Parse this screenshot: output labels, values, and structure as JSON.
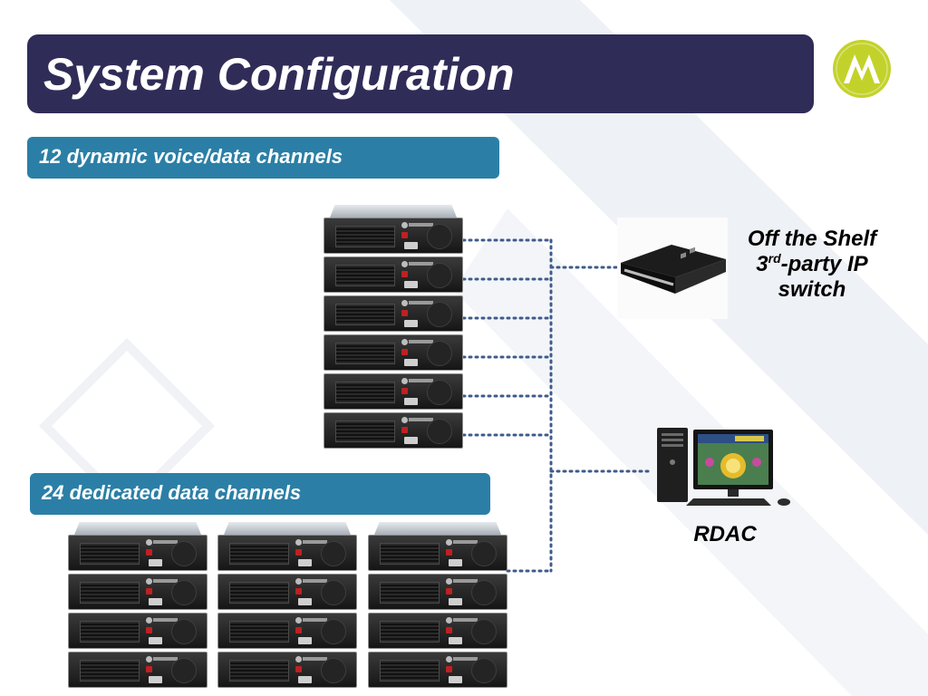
{
  "slide": {
    "title": "System Configuration"
  },
  "logo": {
    "icon": "motorola-logo-icon",
    "color": "#c3d22b"
  },
  "banners": {
    "voice_data": "12 dynamic voice/data channels",
    "dedicated_data": "24 dedicated data channels"
  },
  "devices": {
    "ip_switch": {
      "icon": "network-switch-icon",
      "label_line1": "Off the Shelf",
      "label_line2_prefix": "3",
      "label_line2_sup": "rd",
      "label_line2_suffix": "-party IP",
      "label_line3": "switch"
    },
    "rdac": {
      "icon": "desktop-computer-icon",
      "label": "RDAC"
    },
    "repeaters": {
      "icon": "repeater-icon",
      "top_stack_units": 6,
      "bottom_stacks": 3,
      "bottom_stack_units": 4
    }
  },
  "colors": {
    "title_bg": "#302c58",
    "banner_bg": "#2b7fa6",
    "connector": "#3f5b8a"
  }
}
